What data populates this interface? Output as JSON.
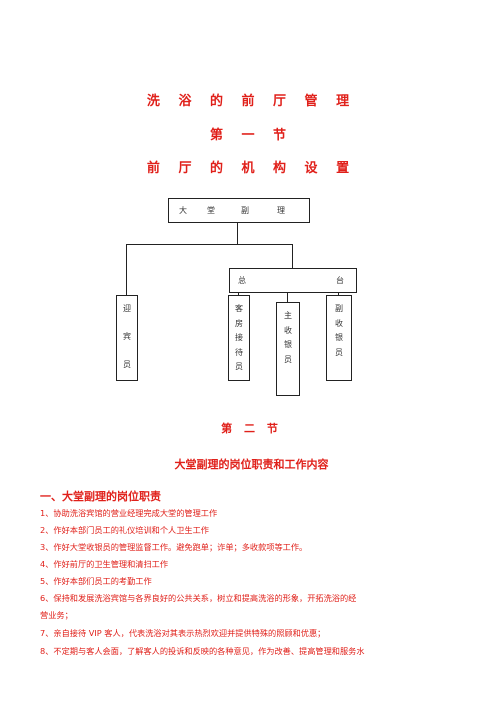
{
  "header": {
    "main_title": "洗 浴 的 前 厅 管 理",
    "section_one": "第  一  节",
    "chart_title": "前 厅 的 机 构 设 置"
  },
  "org_chart": {
    "top_box": {
      "chars": [
        "大",
        "堂",
        "副",
        "理"
      ]
    },
    "reception_box": {
      "chars": [
        "总",
        "台"
      ]
    },
    "left_box": {
      "chars": [
        "迎",
        "宾",
        "员"
      ]
    },
    "sub_boxes": [
      {
        "chars": [
          "客",
          "房",
          "接",
          "待",
          "员"
        ]
      },
      {
        "chars": [
          "主",
          "收",
          "银",
          "员"
        ]
      },
      {
        "chars": [
          "副",
          "收",
          "银",
          "员"
        ]
      }
    ]
  },
  "section_two": {
    "label": "第  二  节",
    "title": "大堂副理的岗位职责和工作内容"
  },
  "duties": {
    "heading": "一、大堂副理的岗位职责",
    "lines": [
      "1、协助洗浴宾馆的营业经理完成大堂的管理工作",
      "2、作好本部门员工的礼仪培训和个人卫生工作",
      "3、作好大堂收银员的管理监督工作。避免跑单；诈单；多收款项等工作。",
      "4、作好前厅的卫生管理和清扫工作",
      "5、作好本部们员工的考勤工作",
      "6、保持和发展洗浴宾馆与各界良好的公共关系，树立和提高洗浴的形象，开拓洗浴的经",
      "营业务；",
      "7、亲自接待 VIP 客人，代表洗浴对其表示热烈欢迎并提供特殊的照顾和优惠；",
      "8、不定期与客人会面，了解客人的投诉和反映的各种意见，作为改善、提高管理和服务水"
    ]
  },
  "colors": {
    "accent": "#e0201a",
    "line": "#222222"
  }
}
